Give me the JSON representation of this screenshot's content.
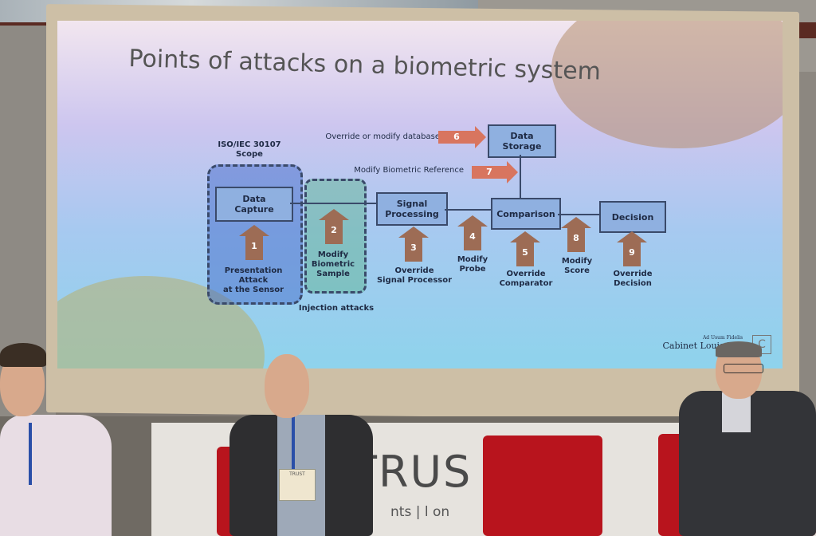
{
  "slide": {
    "title": "Points of attacks on a biometric system",
    "scope_label": "ISO/IEC 30107\nScope",
    "injection_label": "Injection attacks",
    "brand_small": "Ad Usum Fidelis",
    "brand": "Cabinet Louis R",
    "brand_logo": "C",
    "boxes": {
      "data_capture": "Data\nCapture",
      "signal_processing": "Signal\nProcessing",
      "comparison": "Comparison",
      "decision": "Decision",
      "data_storage": "Data\nStorage"
    },
    "top_attacks": [
      {
        "num": "6",
        "label": "Override or modify database"
      },
      {
        "num": "7",
        "label": "Modify Biometric Reference"
      }
    ],
    "attacks": [
      {
        "num": "1",
        "label": "Presentation\nAttack\nat the Sensor"
      },
      {
        "num": "2",
        "label": "Modify\nBiometric\nSample"
      },
      {
        "num": "3",
        "label": "Override\nSignal Processor"
      },
      {
        "num": "4",
        "label": "Modify\nProbe"
      },
      {
        "num": "5",
        "label": "Override\nComparator"
      },
      {
        "num": "8",
        "label": "Modify\nScore"
      },
      {
        "num": "9",
        "label": "Override\nDecision"
      }
    ]
  },
  "banner": {
    "text": "TRUS   H",
    "subtext": "nts  |  l              on"
  },
  "badge_text": "TRUST",
  "colors": {
    "box_fill": "#8fb0e0",
    "attack_arrow": "#9d6c55",
    "top_arrow": "#d8755f",
    "chair": "#b8141d"
  }
}
